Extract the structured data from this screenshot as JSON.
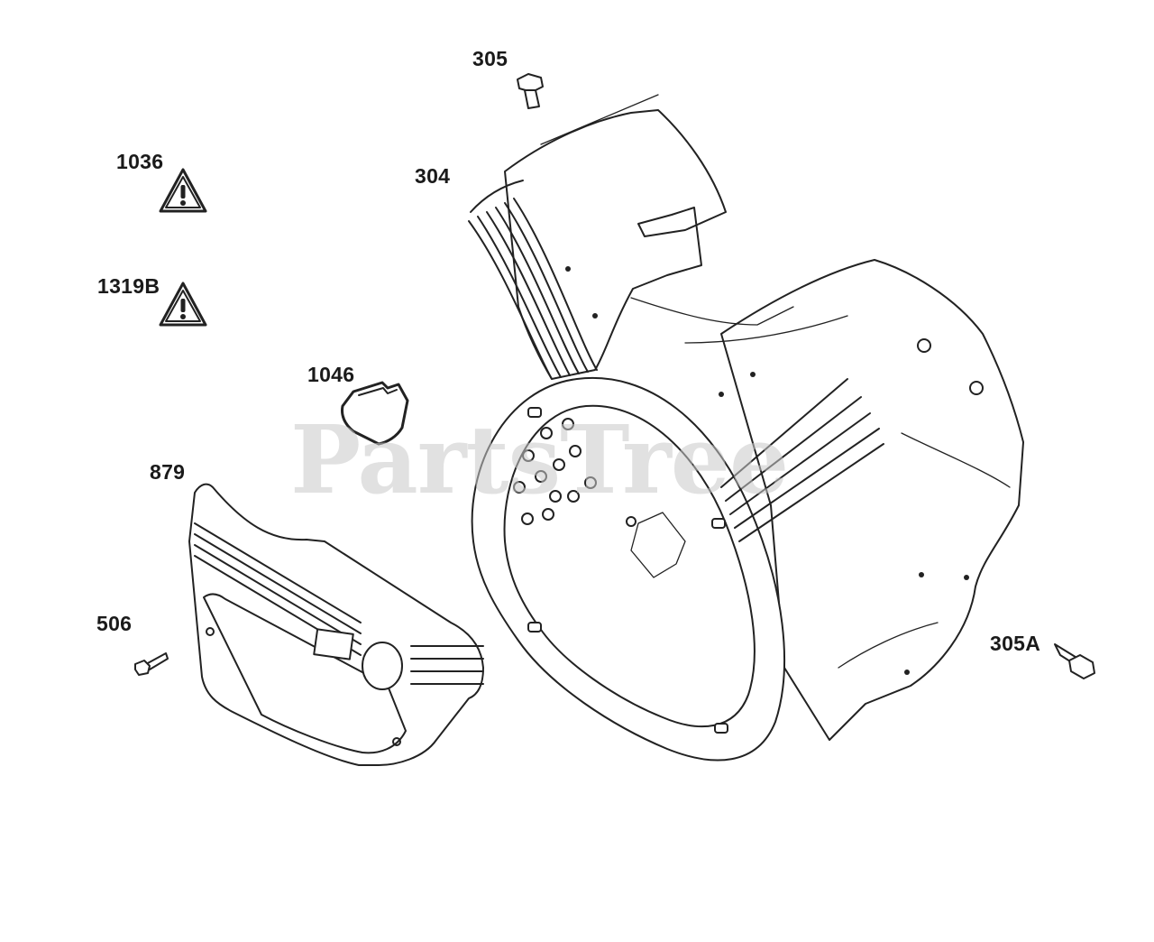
{
  "watermark": "PartsTree",
  "callouts": {
    "p305": "305",
    "p304": "304",
    "p1036": "1036",
    "p1319b": "1319B",
    "p1046": "1046",
    "p879": "879",
    "p506": "506",
    "p305a": "305A"
  },
  "colors": {
    "line": "#222222",
    "watermark": "#c9c9c9",
    "background": "#ffffff"
  }
}
